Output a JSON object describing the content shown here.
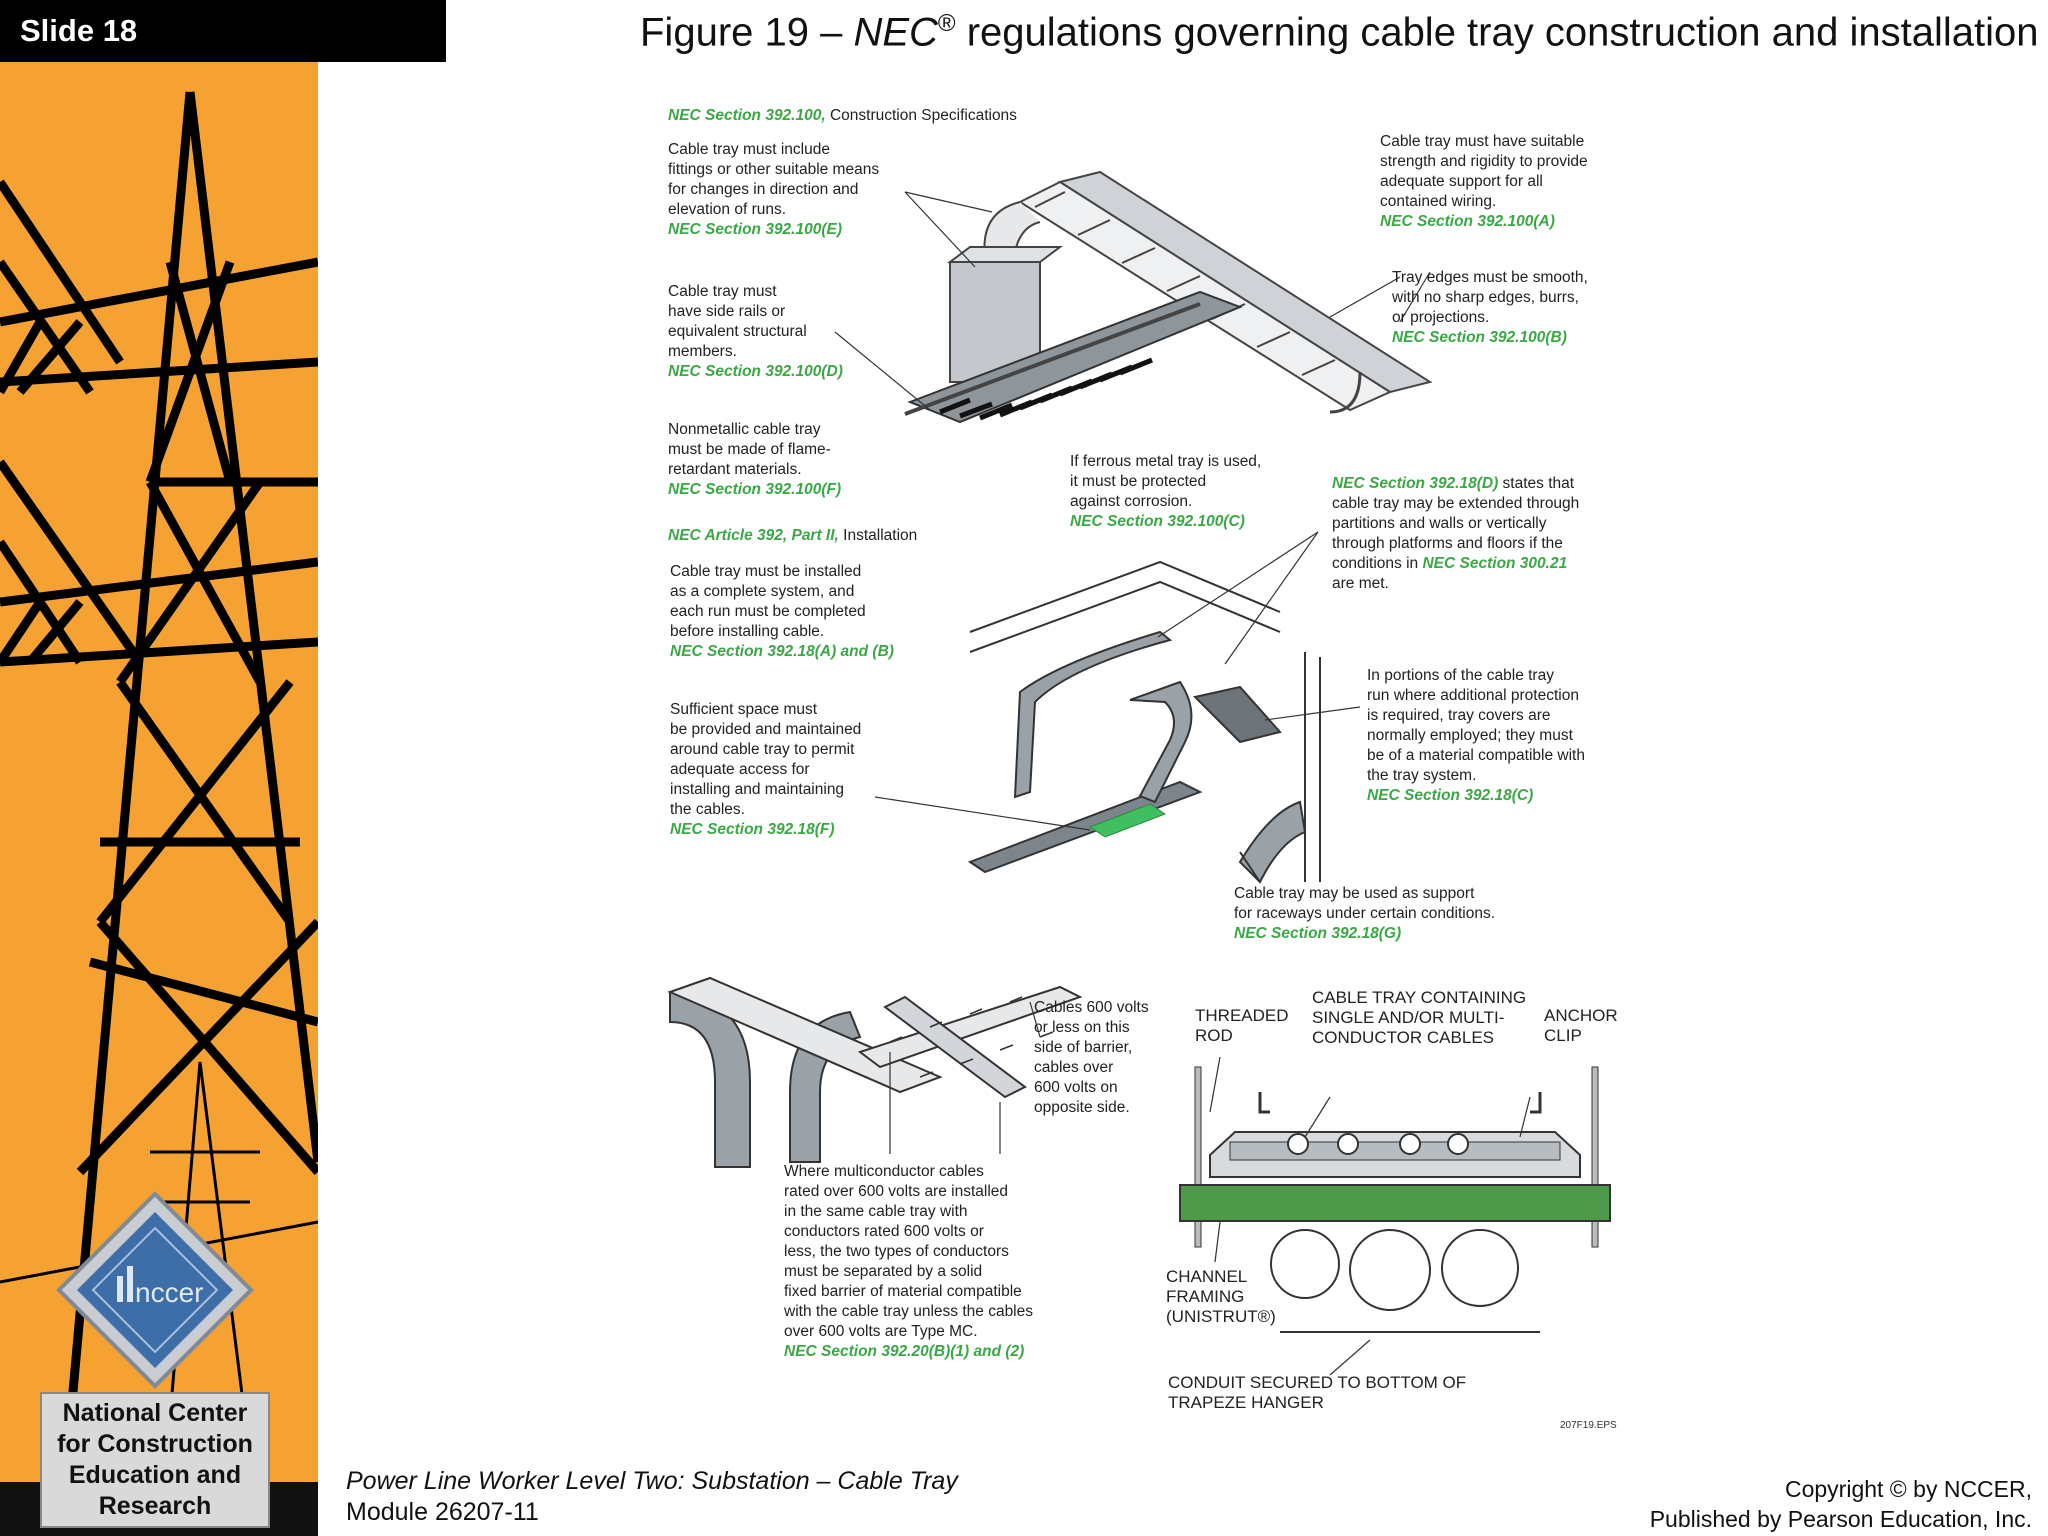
{
  "slide": {
    "label": "Slide 18"
  },
  "title": {
    "prefix": "Figure 19 – ",
    "nec": "NEC",
    "reg": "®",
    "rest": " regulations governing cable tray construction and installation"
  },
  "sidebar": {
    "org_lines": [
      "National Center",
      "for Construction",
      "Education and",
      "Research"
    ],
    "logo_text": "nccer"
  },
  "footer": {
    "course": "Power Line Worker Level Two: Substation – Cable Tray",
    "module": "Module 26207-11",
    "copyright": "Copyright © by NCCER,",
    "publisher": "Published by Pearson Education, Inc."
  },
  "figure": {
    "section_construction_ref": "NEC Section 392.100,",
    "section_construction_label": " Construction Specifications",
    "fittings": {
      "lines": [
        "Cable tray must include",
        "fittings or other suitable means",
        "for changes in direction and",
        "elevation of runs."
      ],
      "ref": "NEC Section 392.100(E)"
    },
    "strength": {
      "lines": [
        "Cable tray must have suitable",
        "strength and rigidity to provide",
        "adequate support for all",
        "contained wiring."
      ],
      "ref": "NEC Section 392.100(A)"
    },
    "edges": {
      "lines": [
        "Tray edges must be smooth,",
        "with no sharp edges, burrs,",
        "or projections."
      ],
      "ref": "NEC Section 392.100(B)"
    },
    "siderails": {
      "lines": [
        "Cable tray must",
        "have side rails or",
        "equivalent structural",
        "members."
      ],
      "ref": "NEC Section 392.100(D)"
    },
    "nonmetallic": {
      "lines": [
        "Nonmetallic cable tray",
        "must be made of flame-",
        "retardant materials."
      ],
      "ref": "NEC Section 392.100(F)"
    },
    "ferrous": {
      "lines": [
        "If ferrous metal tray is used,",
        "it must be protected",
        "against corrosion."
      ],
      "ref": "NEC Section 392.100(C)"
    },
    "extended": {
      "ref1": "NEC Section 392.18(D)",
      "after_ref1": " states that",
      "lines": [
        "cable tray may be extended through",
        "partitions and walls or vertically",
        "through platforms and floors if the"
      ],
      "line4_pre": "conditions in ",
      "ref2": "NEC Section 300.21",
      "line5": "are met."
    },
    "section_install_ref": "NEC Article 392, Part II,",
    "section_install_label": " Installation",
    "complete": {
      "lines": [
        "Cable tray must be installed",
        "as a complete system, and",
        "each run must be completed",
        "before installing cable."
      ],
      "ref": "NEC Section 392.18(A) and (B)"
    },
    "space": {
      "lines": [
        "Sufficient space must",
        "be provided and maintained",
        "around cable tray to permit",
        "adequate access for",
        "installing and maintaining",
        "the cables."
      ],
      "ref": "NEC Section 392.18(F)"
    },
    "covers": {
      "lines": [
        "In portions of the cable tray",
        "run where additional protection",
        "is required, tray covers are",
        "normally employed; they must",
        "be of a material compatible with",
        "the tray system."
      ],
      "ref": "NEC Section 392.18(C)"
    },
    "raceway": {
      "lines": [
        "Cable tray may be used as support",
        "for raceways under certain conditions."
      ],
      "ref": "NEC Section 392.18(G)"
    },
    "barrier_volts": {
      "lines": [
        "Cables 600 volts",
        "or less on this",
        "side of barrier,",
        "cables over",
        "600 volts on",
        "opposite side."
      ]
    },
    "multiconductor": {
      "lines": [
        "Where multiconductor cables",
        "rated over 600 volts are installed",
        "in the same cable tray with",
        "conductors rated 600 volts or",
        "less, the two types of conductors",
        "must be separated by a solid",
        "fixed barrier of material compatible",
        "with the cable tray unless the cables",
        "over 600 volts are Type MC."
      ],
      "ref": "NEC Section 392.20(B)(1) and (2)"
    },
    "threaded_rod": [
      "THREADED",
      "ROD"
    ],
    "tray_containing": [
      "CABLE TRAY CONTAINING",
      "SINGLE AND/OR MULTI-",
      "CONDUCTOR CABLES"
    ],
    "anchor_clip": [
      "ANCHOR",
      "CLIP"
    ],
    "channel": [
      "CHANNEL",
      "FRAMING",
      "(UNISTRUT®)"
    ],
    "conduit": [
      "CONDUIT SECURED TO BOTTOM OF",
      "TRAPEZE HANGER"
    ],
    "file_code": "207F19.EPS"
  }
}
